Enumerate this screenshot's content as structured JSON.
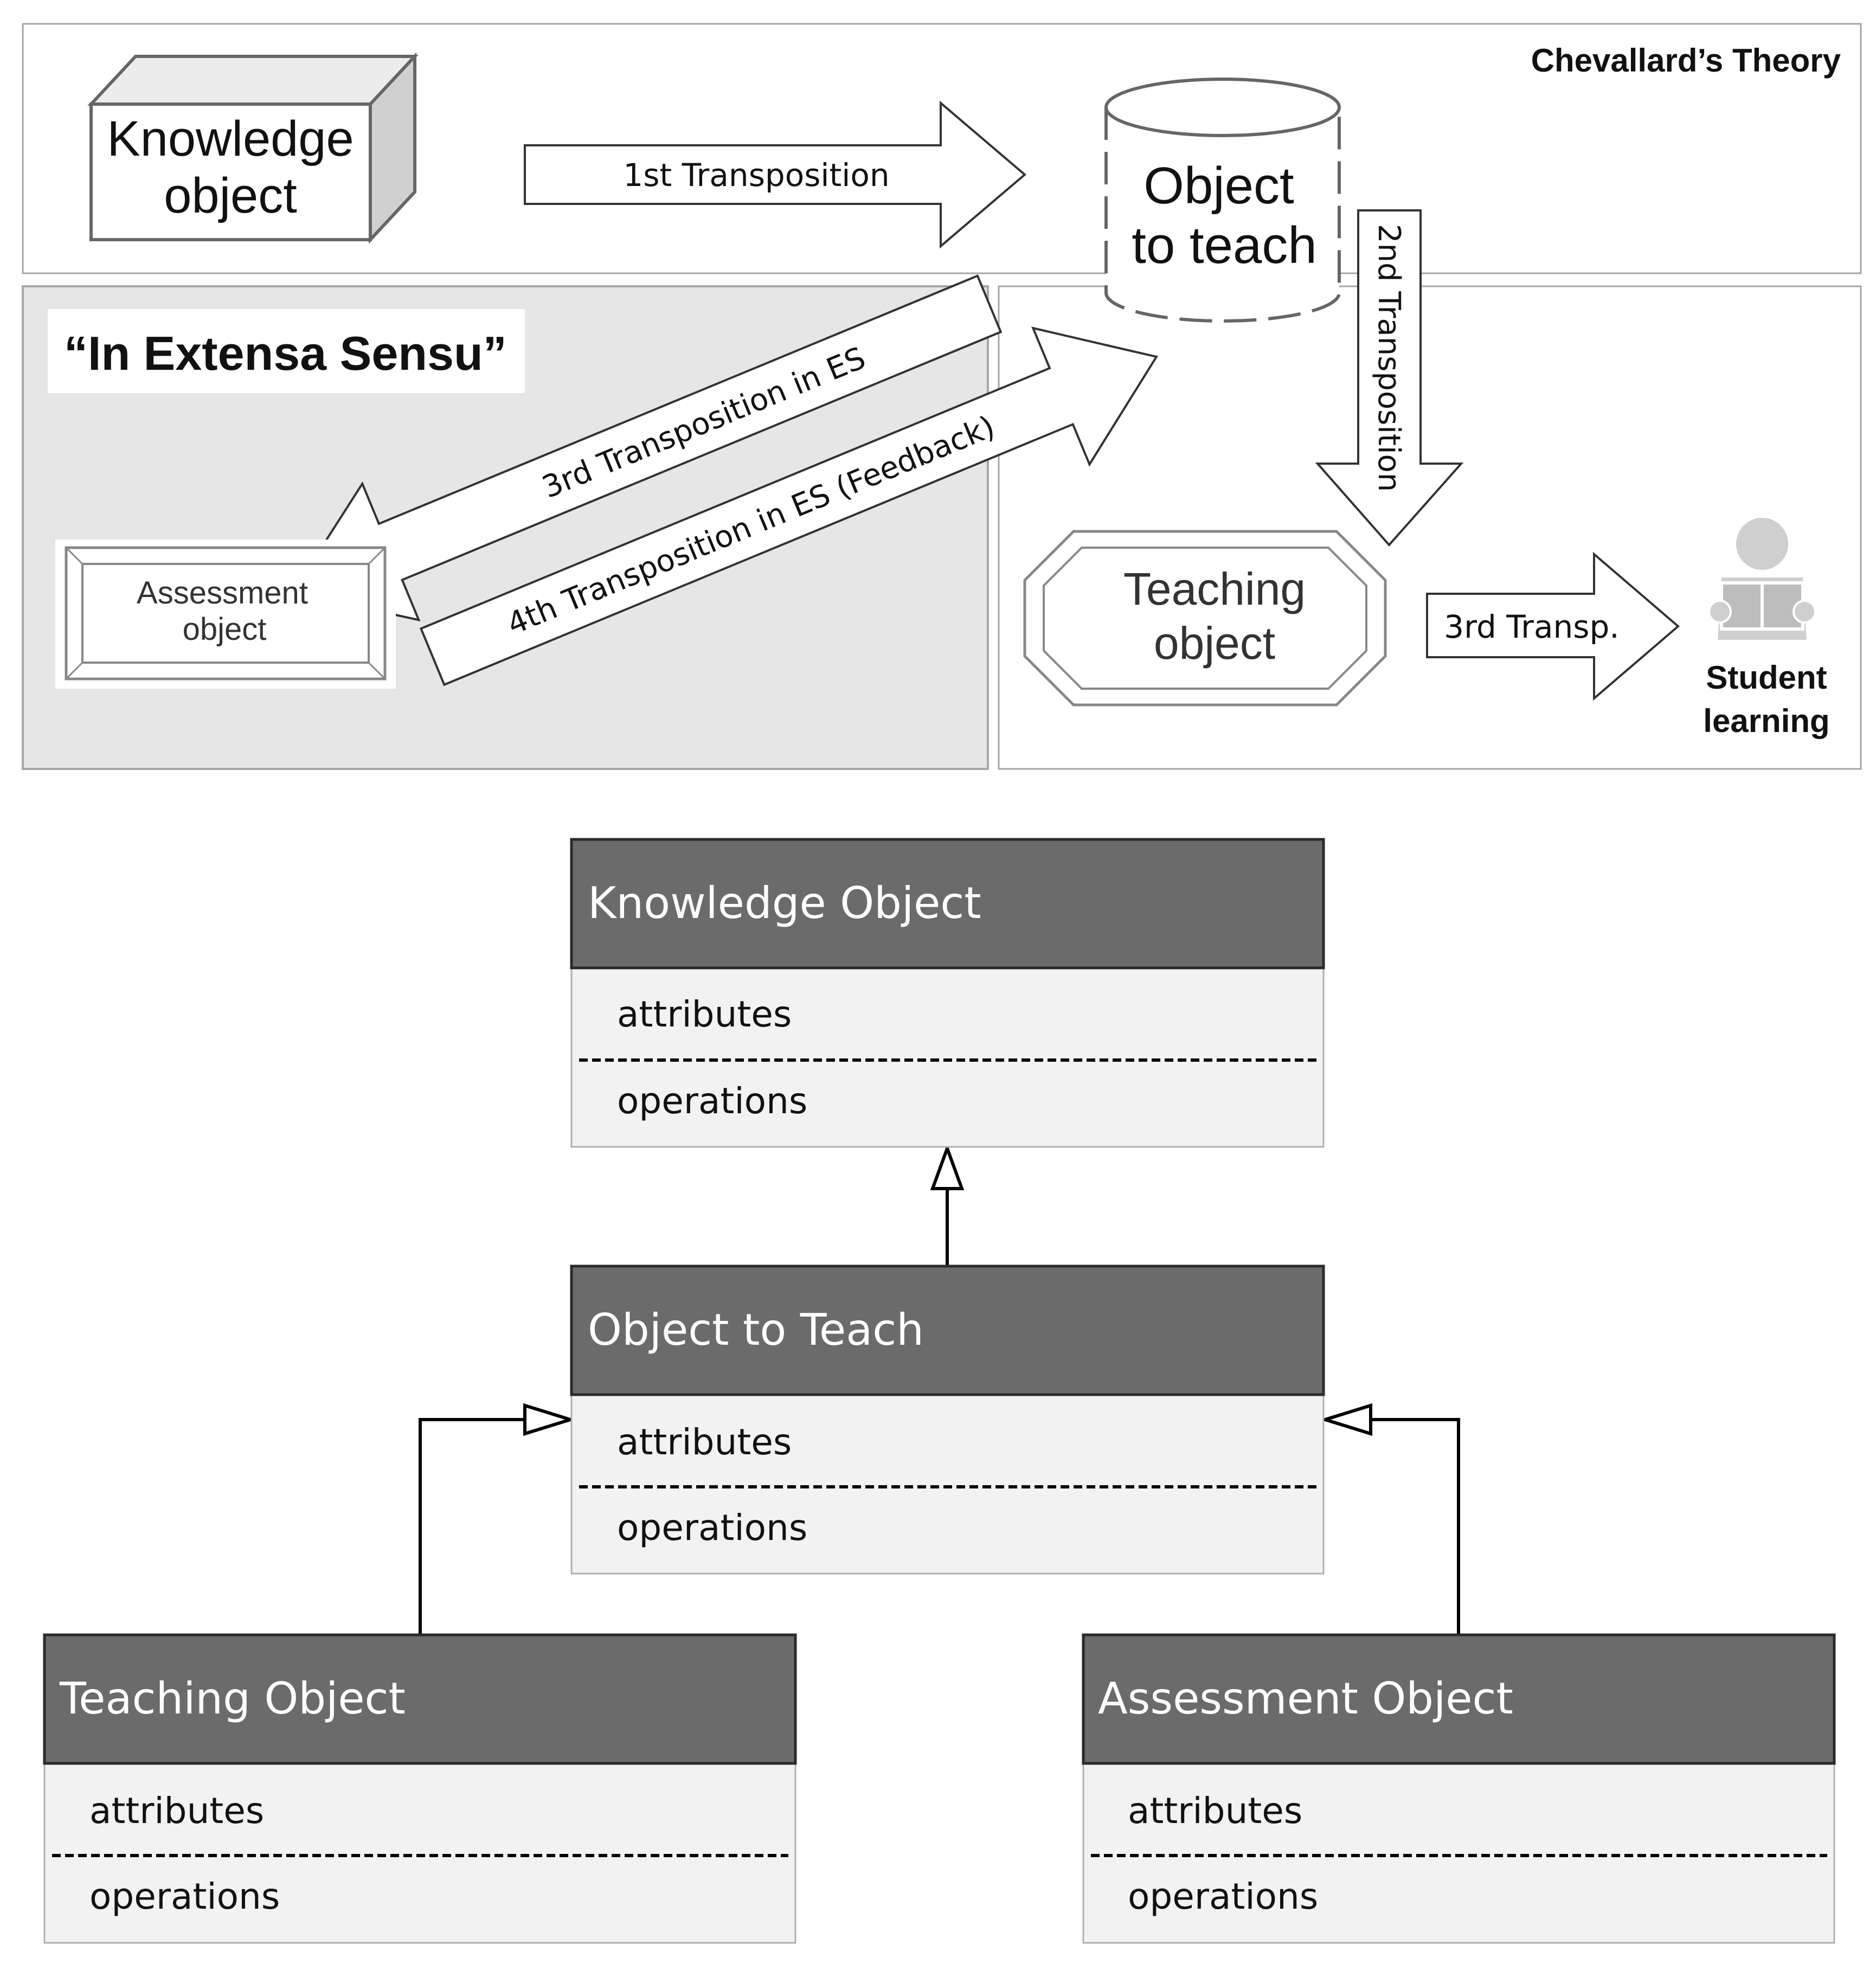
{
  "colors": {
    "panel_border": "#a6a6a6",
    "es_panel_fill": "#e6e6e6",
    "box_header_fill": "#6b6b6b",
    "box_body_fill": "#f2f2f2",
    "cube_side_fill": "#d0d0d0",
    "student_icon": "#cfcfcf",
    "line": "#000000",
    "header_text": "#ffffff"
  },
  "theory": {
    "corner_title": "Chevallard’s Theory",
    "es_title": "“In Extensa Sensu”",
    "knowledge_object": [
      "Knowledge",
      "object"
    ],
    "object_to_teach": [
      "Object",
      "to teach"
    ],
    "teaching_object": [
      "Teaching",
      "object"
    ],
    "assessment_object": [
      "Assessment",
      "object"
    ],
    "student_learning": [
      "Student",
      "learning"
    ],
    "student_icon": "student-reading-icon",
    "arrows": {
      "first": "1st Transposition",
      "second": "2nd Transposition",
      "third_es": "3rd Transposition in ES",
      "fourth_es": "4th Transposition in ES (Feedback)",
      "third_short": "3rd Transp."
    }
  },
  "uml": {
    "classes": {
      "knowledge": {
        "name": "Knowledge Object",
        "attributes": "attributes",
        "operations": "operations"
      },
      "object_to_teach": {
        "name": "Object to Teach",
        "attributes": "attributes",
        "operations": "operations"
      },
      "teaching": {
        "name": "Teaching Object",
        "attributes": "attributes",
        "operations": "operations"
      },
      "assessment": {
        "name": "Assessment Object",
        "attributes": "attributes",
        "operations": "operations"
      }
    },
    "relations": [
      {
        "from": "Object to Teach",
        "to": "Knowledge Object",
        "type": "inheritance"
      },
      {
        "from": "Teaching Object",
        "to": "Object to Teach",
        "type": "inheritance"
      },
      {
        "from": "Assessment Object",
        "to": "Object to Teach",
        "type": "inheritance"
      }
    ]
  }
}
